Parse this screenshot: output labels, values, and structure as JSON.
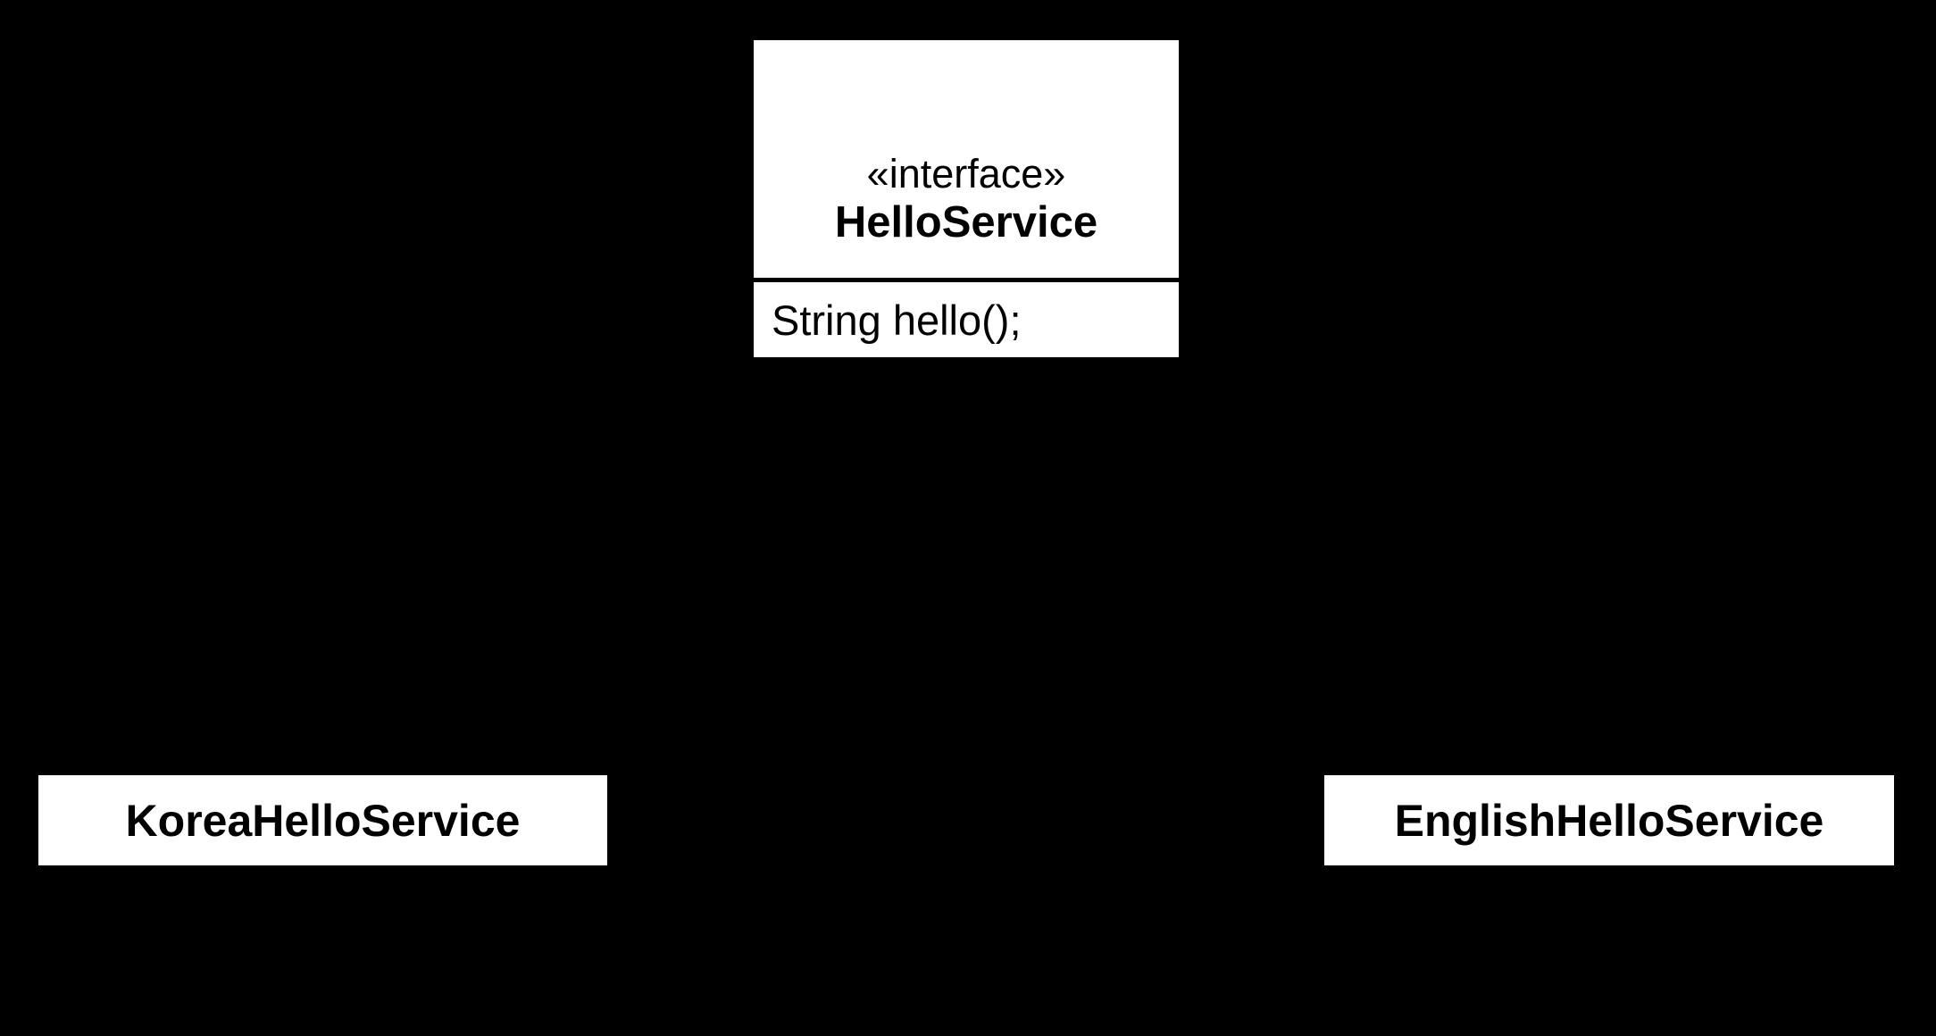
{
  "colors": {
    "background": "#000000",
    "box_fill": "#ffffff",
    "text": "#000000",
    "divider": "#000000"
  },
  "diagram": {
    "interface_box": {
      "stereotype": "«interface»",
      "name": "HelloService",
      "methods": [
        "String hello();"
      ]
    },
    "classes": [
      {
        "name": "KoreaHelloService"
      },
      {
        "name": "EnglishHelloService"
      }
    ]
  }
}
